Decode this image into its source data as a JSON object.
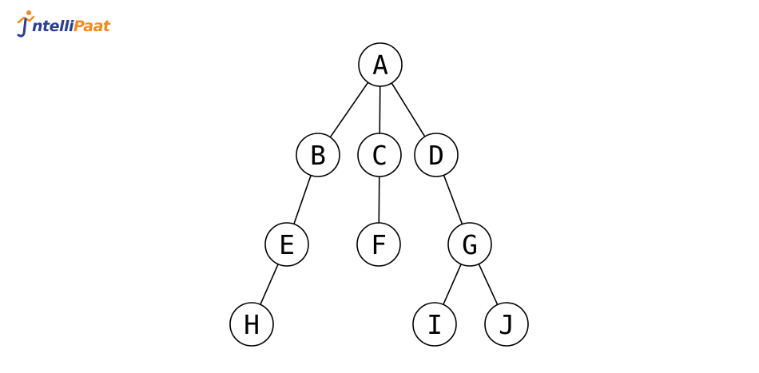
{
  "brand": {
    "name_part1": "ntelli",
    "name_part2": "Paat",
    "colors": {
      "blue": "#2a3f8f",
      "orange": "#f28a1e"
    }
  },
  "tree": {
    "nodes": [
      {
        "id": "A",
        "label": "A"
      },
      {
        "id": "B",
        "label": "B"
      },
      {
        "id": "C",
        "label": "C"
      },
      {
        "id": "D",
        "label": "D"
      },
      {
        "id": "E",
        "label": "E"
      },
      {
        "id": "F",
        "label": "F"
      },
      {
        "id": "G",
        "label": "G"
      },
      {
        "id": "H",
        "label": "H"
      },
      {
        "id": "I",
        "label": "I"
      },
      {
        "id": "J",
        "label": "J"
      }
    ],
    "edges": [
      [
        "A",
        "B"
      ],
      [
        "A",
        "C"
      ],
      [
        "A",
        "D"
      ],
      [
        "B",
        "E"
      ],
      [
        "C",
        "F"
      ],
      [
        "D",
        "G"
      ],
      [
        "E",
        "H"
      ],
      [
        "G",
        "I"
      ],
      [
        "G",
        "J"
      ]
    ]
  }
}
